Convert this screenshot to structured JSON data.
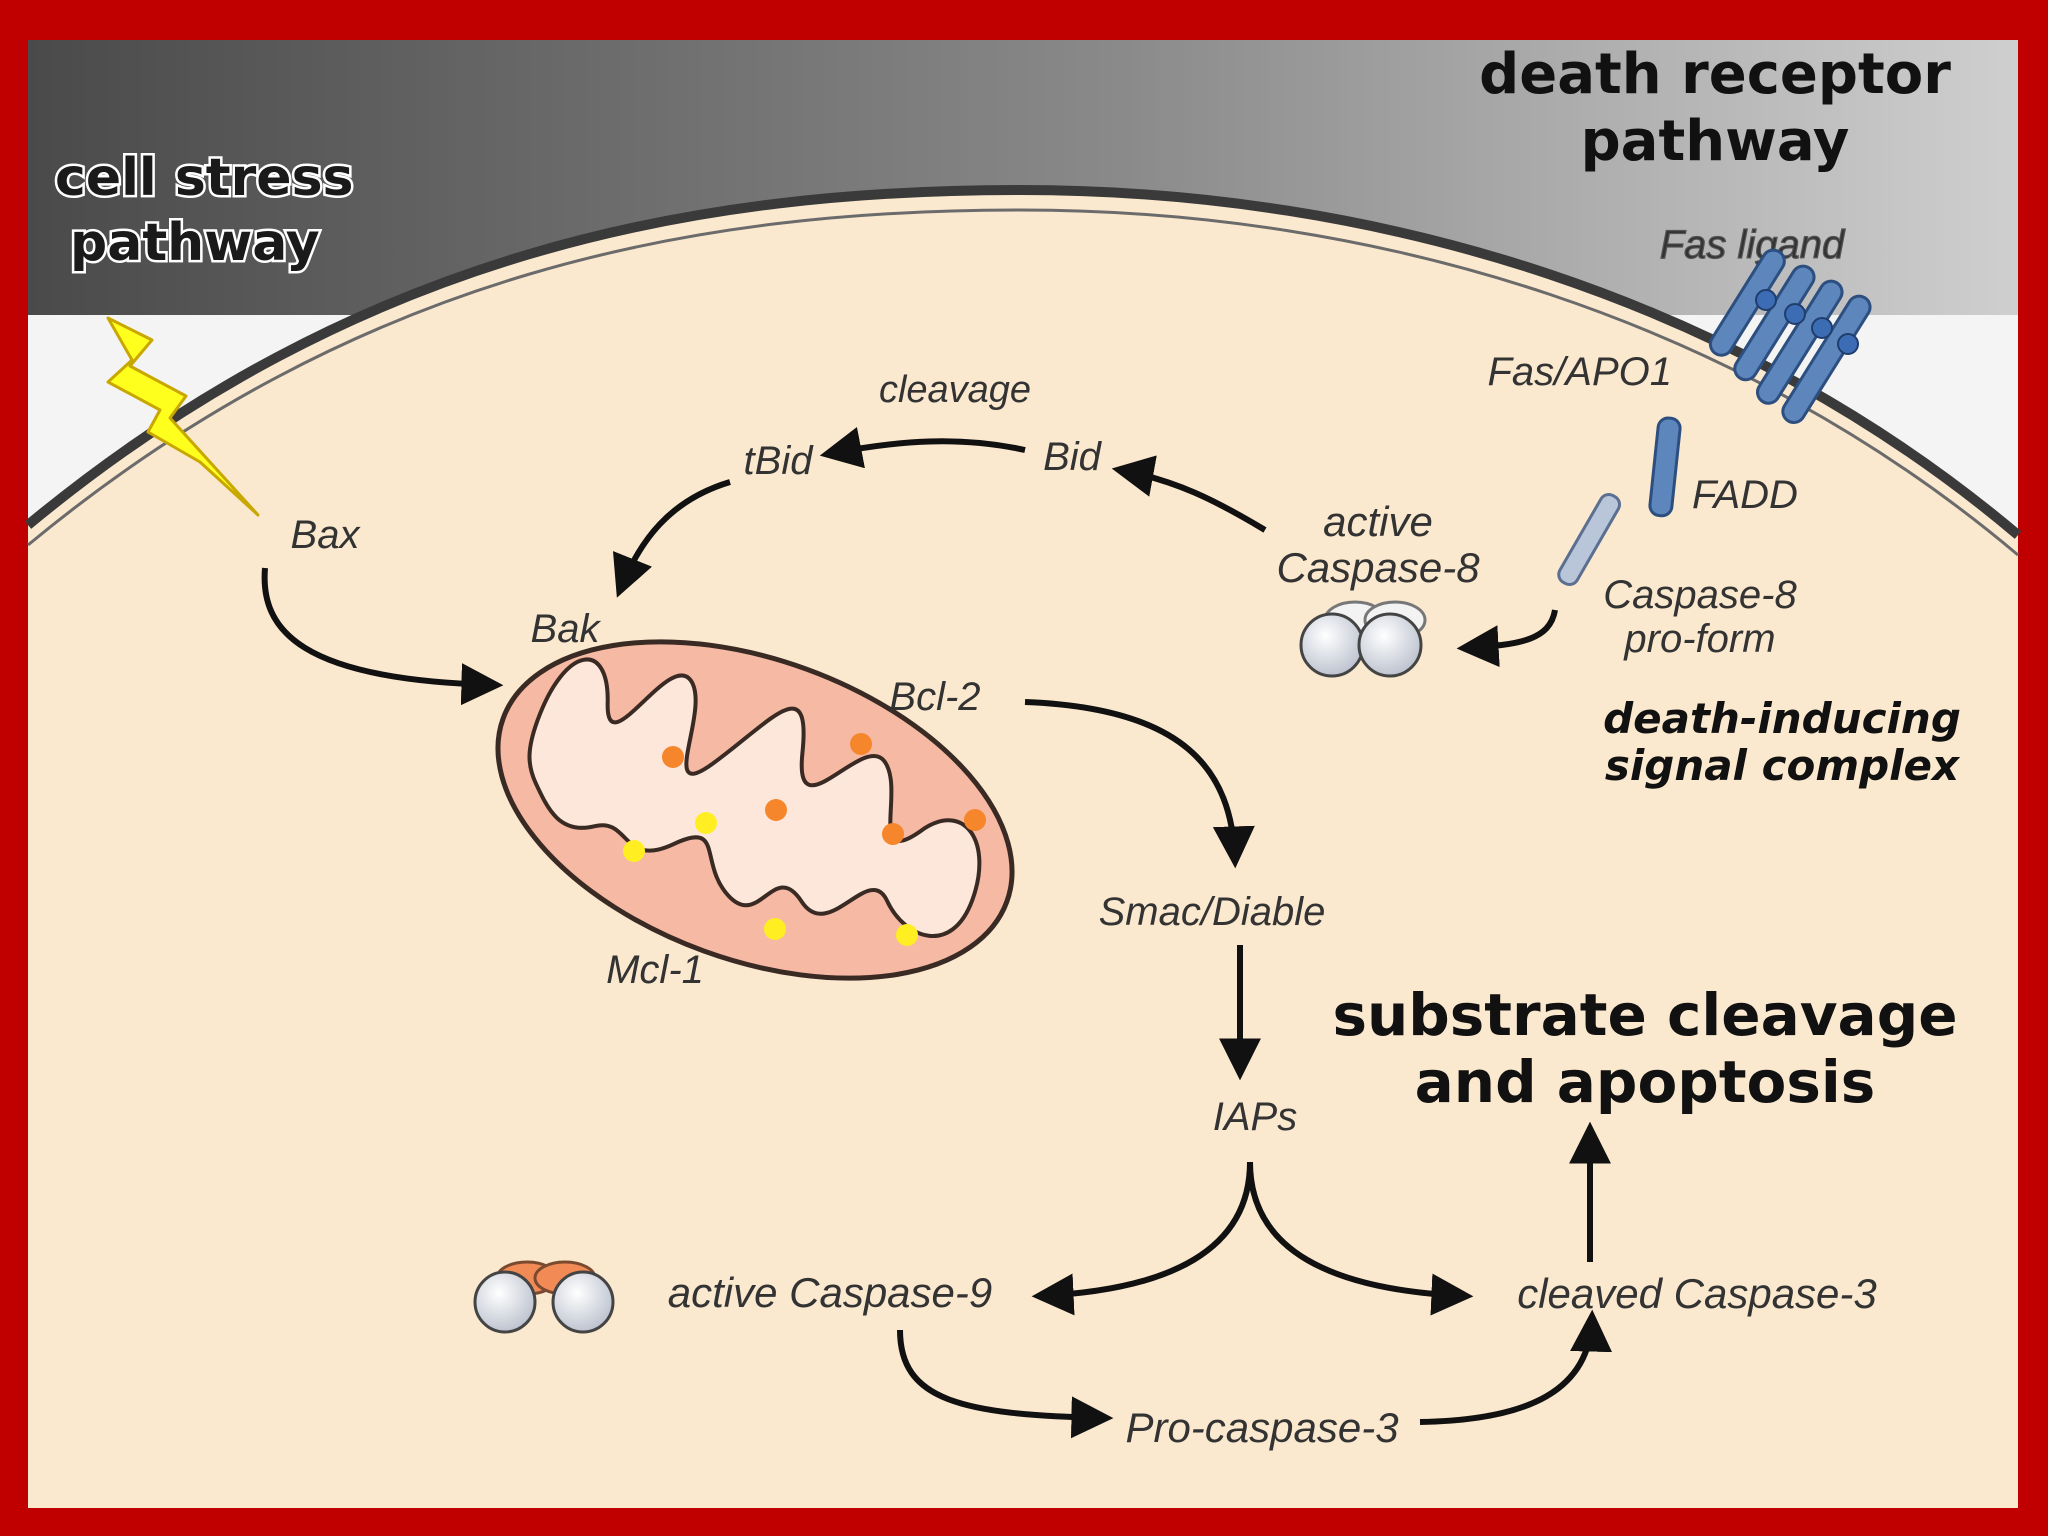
{
  "colors": {
    "frame": "#c00000",
    "cytoplasm": "#fbe9cf",
    "mito_fill": "#f6b9a3",
    "mito_inner": "#fde7da",
    "receptor_blue": "#5d86bd",
    "dot_orange": "#f5862b",
    "dot_yellow": "#ffee22",
    "bolt_yellow": "#ffff1e"
  },
  "headers": {
    "cell_stress": [
      "cell stress",
      "pathway"
    ],
    "death_receptor": [
      "death receptor",
      "pathway"
    ]
  },
  "labels": {
    "fas_ligand": "Fas ligand",
    "fas_apo1": "Fas/APO1",
    "fadd": "FADD",
    "caspase8_proform": [
      "Caspase-8",
      "pro-form"
    ],
    "disc": [
      "death-inducing",
      "signal complex"
    ],
    "active_caspase8": [
      "active",
      "Caspase-8"
    ],
    "cleavage": "cleavage",
    "bid": "Bid",
    "tbid": "tBid",
    "bax": "Bax",
    "bak": "Bak",
    "bcl2": "Bcl-2",
    "mcl1": "Mcl-1",
    "smac": "Smac/Diable",
    "iaps": "IAPs",
    "substrate": [
      "substrate cleavage",
      "and apoptosis"
    ],
    "active_caspase9": "active Caspase-9",
    "cleaved_caspase3": "cleaved Caspase-3",
    "procaspase3": "Pro-caspase-3"
  },
  "icons": {
    "stress": "lightning-bolt-icon",
    "receptor": "fas-receptor-icon",
    "mitochondrion": "mitochondrion-icon",
    "complex": "caspase-dimer-icon"
  }
}
